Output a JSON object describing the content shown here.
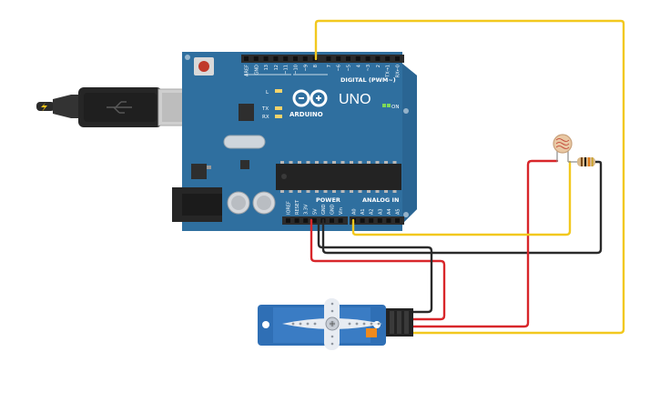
{
  "board": {
    "brand": "ARDUINO",
    "model": "UNO",
    "digital_header": "DIGITAL (PWM~)",
    "power_header": "POWER",
    "analog_header": "ANALOG IN",
    "on_label": "ON",
    "led_l": "L",
    "led_tx": "TX",
    "led_rx": "RX",
    "digital_pins": [
      "AREF",
      "GND",
      "13",
      "12",
      "~11",
      "~10",
      "~9",
      "8",
      "7",
      "~6",
      "~5",
      "4",
      "~3",
      "2",
      "TX→1",
      "RX←0"
    ],
    "power_pins": [
      "IOREF",
      "RESET",
      "3.3V",
      "5V",
      "GND",
      "GND",
      "Vin"
    ],
    "analog_pins": [
      "A0",
      "A1",
      "A2",
      "A3",
      "A4",
      "A5"
    ]
  },
  "colors": {
    "board": "#2f6f9f",
    "board_dark": "#245a82",
    "header": "#2b2b2b",
    "usb": "#c8c8c8",
    "wire_yellow": "#f2c81e",
    "wire_red": "#d8262a",
    "wire_black": "#2a2a2a",
    "servo": "#2f6fb5",
    "resistor": "#d9b98a",
    "photoresistor": "#e9c8a4"
  }
}
